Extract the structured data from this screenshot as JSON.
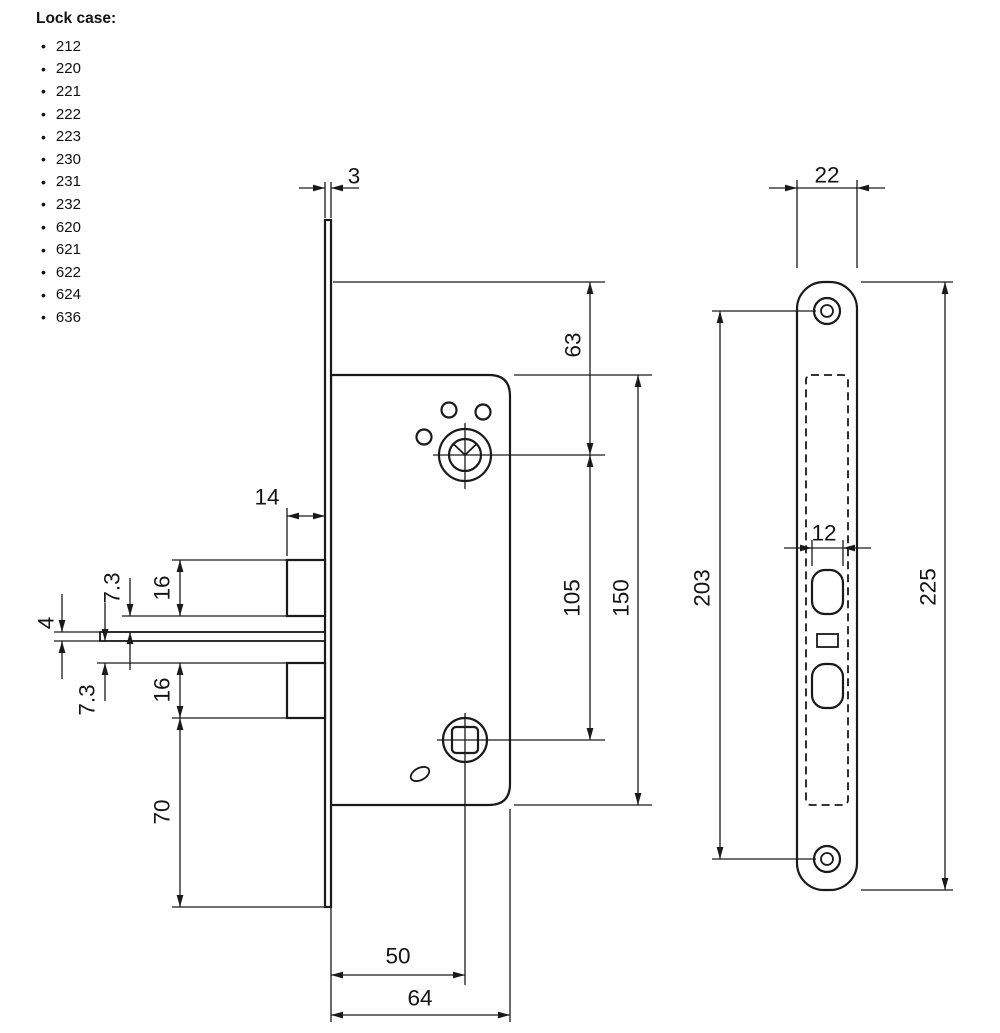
{
  "colors": {
    "line": "#1a1a1a",
    "background": "#ffffff"
  },
  "lock_case_list": {
    "title": "Lock case:",
    "items": [
      "212",
      "220",
      "221",
      "222",
      "223",
      "230",
      "231",
      "232",
      "620",
      "621",
      "622",
      "624",
      "636"
    ]
  },
  "side_view": {
    "dims": {
      "faceplate_thickness": "3",
      "bolt_protrusion": "14",
      "upper_clearance": "7.3",
      "upper_bolt_height": "16",
      "trigger_thickness": "4",
      "lower_bolt_height": "16",
      "lower_clearance": "7.3",
      "bolt_to_bottom": "70",
      "top_to_cylinder": "63",
      "cylinder_to_spindle": "105",
      "case_height": "150",
      "backset": "50",
      "case_depth": "64"
    }
  },
  "front_view": {
    "dims": {
      "faceplate_width": "22",
      "opening_width": "12",
      "screw_hole_spacing": "203",
      "faceplate_length": "225"
    }
  }
}
